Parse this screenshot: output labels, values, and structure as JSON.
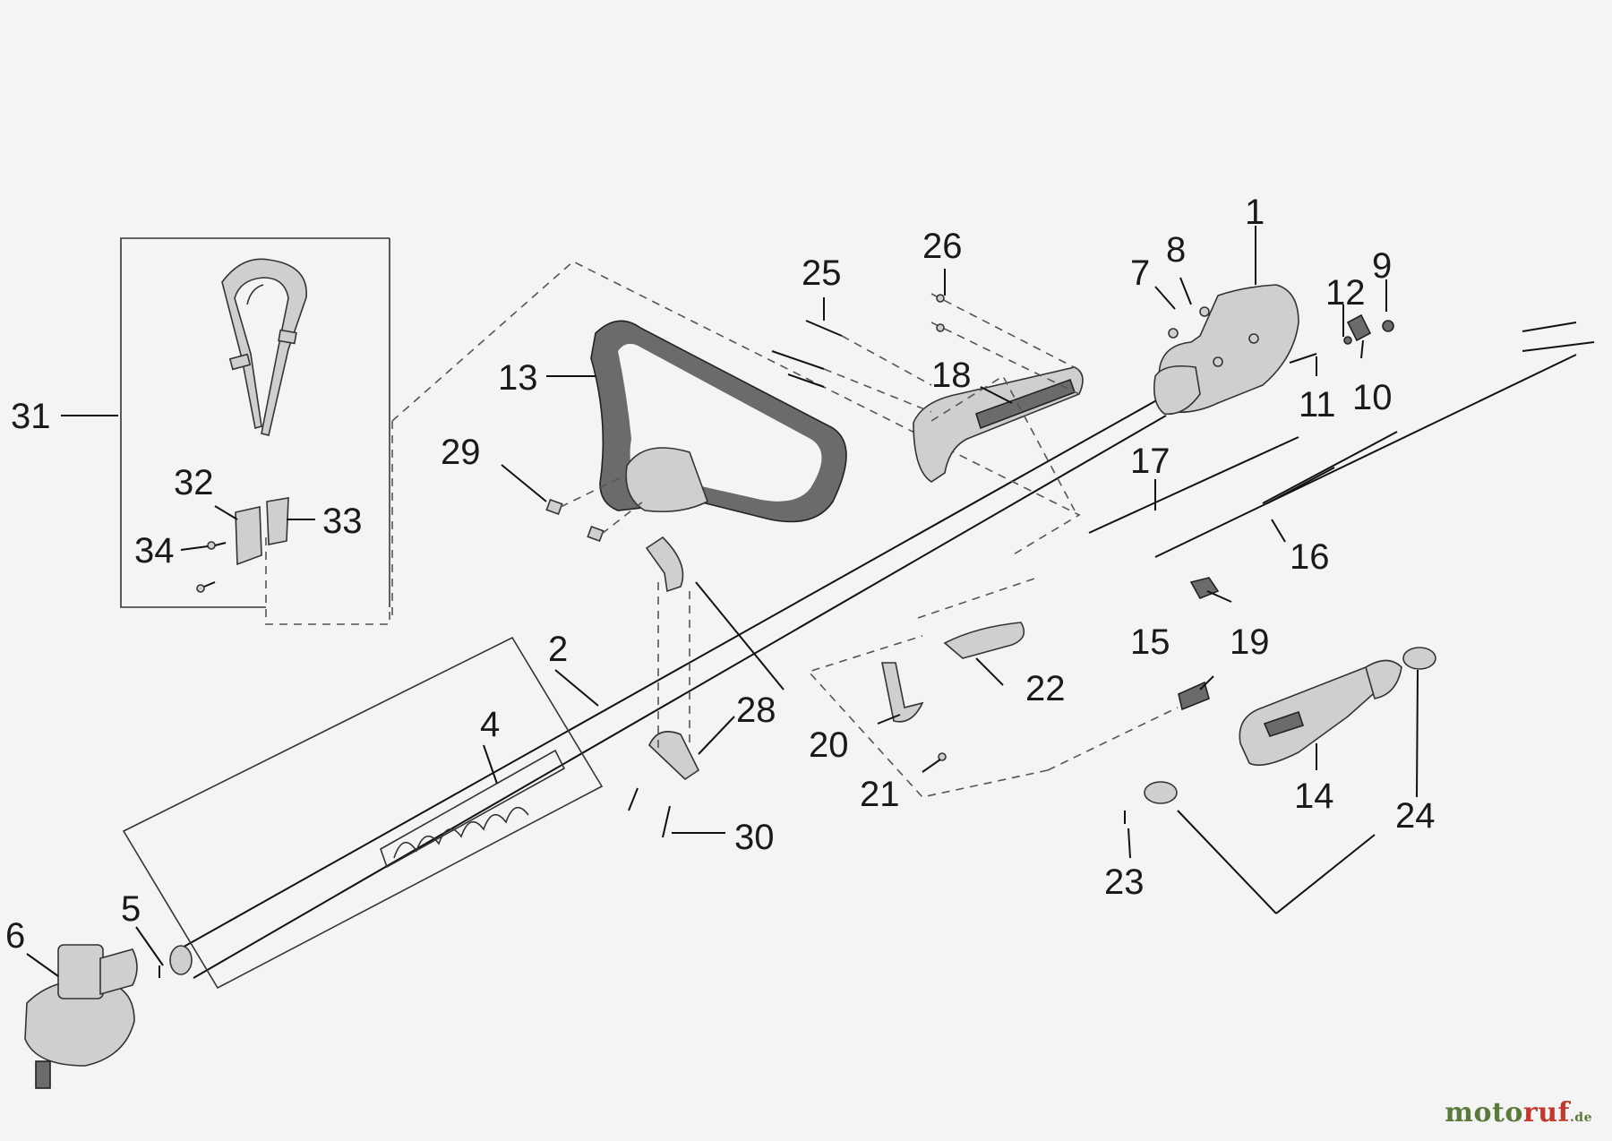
{
  "diagram": {
    "callouts": [
      "1",
      "2",
      "4",
      "5",
      "6",
      "7",
      "8",
      "9",
      "10",
      "11",
      "12",
      "13",
      "14",
      "15",
      "16",
      "17",
      "18",
      "19",
      "20",
      "21",
      "22",
      "23",
      "24",
      "25",
      "26",
      "28",
      "29",
      "30",
      "31",
      "32",
      "33",
      "34"
    ]
  },
  "brand": {
    "part1": "moto",
    "part2": "ruf",
    "part3": ".de"
  },
  "colors": {
    "line": "#111111",
    "part_fill": "#cfcfcf",
    "brand_green": "#5a7a3a",
    "brand_red": "#c0392b"
  }
}
